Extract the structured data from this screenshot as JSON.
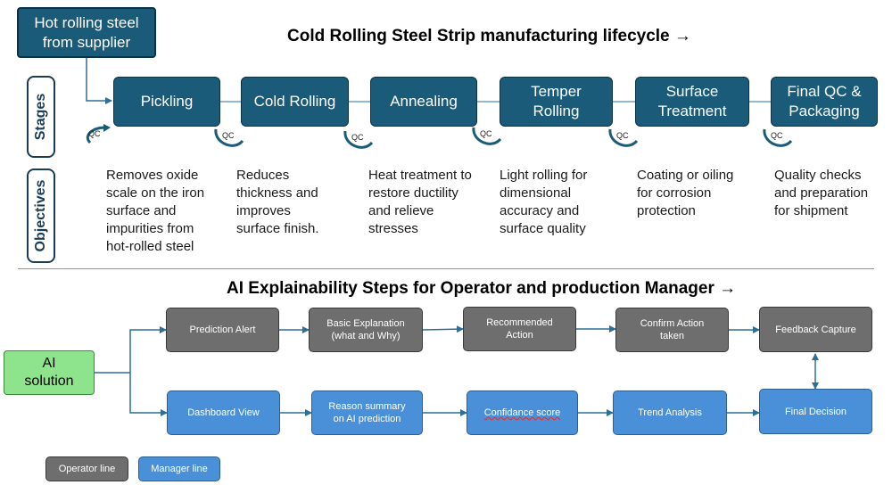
{
  "supplier": {
    "label": "Hot rolling steel from supplier"
  },
  "lifecycle_title": "Cold Rolling Steel Strip manufacturing lifecycle →",
  "side_labels": {
    "stages": "Stages",
    "objectives": "Objectives"
  },
  "qc_label": "QC",
  "stages": [
    {
      "label": "Pickling",
      "objective": "Removes oxide scale on the iron surface and impurities from hot-rolled steel"
    },
    {
      "label": "Cold Rolling",
      "objective": "Reduces thickness and improves surface finish."
    },
    {
      "label": "Annealing",
      "objective": "Heat treatment to restore ductility and relieve stresses"
    },
    {
      "label": "Temper Rolling",
      "objective": "Light rolling for dimensional accuracy and surface quality"
    },
    {
      "label": "Surface Treatment",
      "objective": "Coating or oiling for corrosion protection"
    },
    {
      "label": "Final QC & Packaging",
      "objective": "Quality checks and preparation for shipment"
    }
  ],
  "ai_title": "AI Explainability Steps for Operator and production Manager →",
  "ai_solution": "AI solution",
  "operator_steps": [
    "Prediction Alert",
    "Basic Explanation (what and Why)",
    "Recommended Action",
    "Confirm Action taken",
    "Feedback Capture"
  ],
  "manager_steps": [
    "Dashboard View",
    "Reason summary on AI prediction",
    "Confidance score",
    "Trend Analysis",
    "Final Decision"
  ],
  "legend": {
    "operator": "Operator line",
    "manager": "Manager line"
  },
  "colors": {
    "stage": "#1a5b79",
    "operator": "#6e6e6e",
    "manager": "#4a90d9",
    "ai": "#8ee48c"
  }
}
